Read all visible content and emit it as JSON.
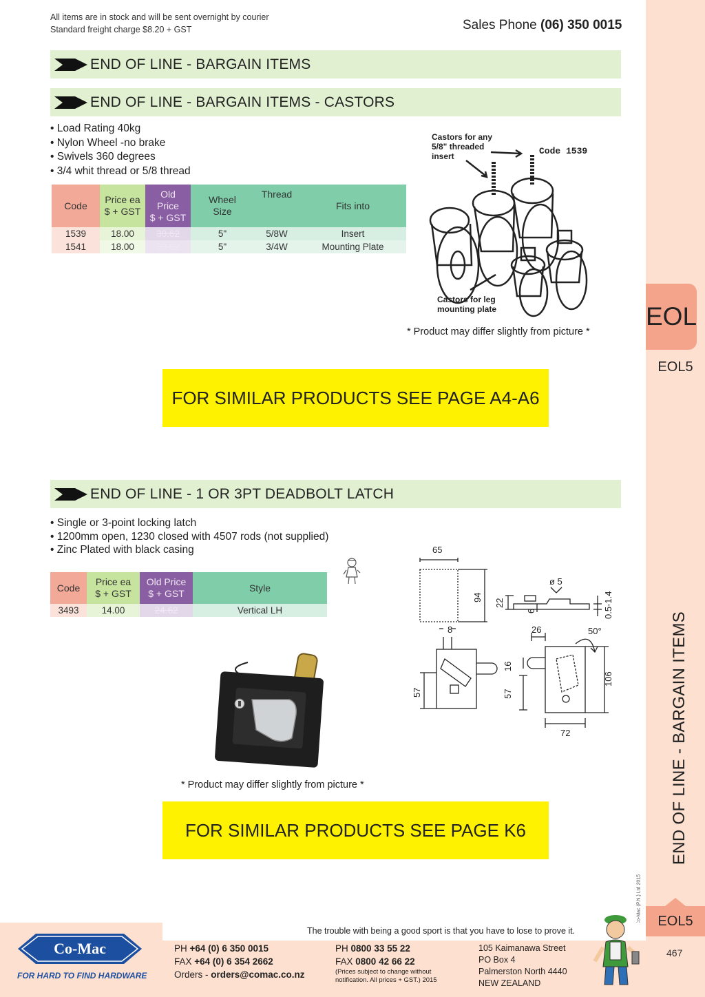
{
  "header": {
    "note_line1": "All items are in stock and will be sent overnight by courier",
    "note_line2": "Standard freight charge $8.20 + GST",
    "sales_label": "Sales Phone",
    "sales_number": "(06) 350 0015"
  },
  "banners": {
    "main": "END OF  LINE - BARGAIN ITEMS",
    "castors": "END OF  LINE - BARGAIN ITEMS - CASTORS",
    "latch": "END OF  LINE - 1 OR 3PT DEADBOLT LATCH"
  },
  "castors": {
    "bullets": [
      "• Load Rating 40kg",
      "• Nylon Wheel -no brake",
      "• Swivels 360 degrees",
      "• 3/4 whit thread or 5/8 thread"
    ],
    "headers": {
      "code": "Code",
      "price_1": "Price ea",
      "price_2": "$ + GST",
      "old_1": "Old",
      "old_2": "Price",
      "old_3": "$ + GST",
      "wheel_1": "Wheel",
      "wheel_2": "Size",
      "thread": "Thread",
      "fits": "Fits into"
    },
    "rows": [
      {
        "code": "1539",
        "price": "18.00",
        "old": "30.62",
        "wheel": "5\"",
        "thread": "5/8W",
        "fits": "Insert"
      },
      {
        "code": "1541",
        "price": "18.00",
        "old": "30.62",
        "wheel": "5\"",
        "thread": "3/4W",
        "fits": "Mounting Plate"
      }
    ],
    "image_labels": {
      "top_1": "Castors for any",
      "top_2": "5/8\" threaded",
      "top_3": "insert",
      "code": "Code 1539",
      "bottom_1": "Castors for leg",
      "bottom_2": "mounting plate"
    },
    "disclaimer": "* Product may differ slightly from picture *",
    "similar": "FOR SIMILAR PRODUCTS SEE PAGE A4-A6"
  },
  "latch": {
    "bullets": [
      "• Single or 3-point locking latch",
      "• 1200mm open, 1230 closed with 4507 rods (not supplied)",
      "• Zinc Plated with black casing"
    ],
    "headers": {
      "code": "Code",
      "price_1": "Price ea",
      "price_2": "$ + GST",
      "old_1": "Old Price",
      "old_2": "$ + GST",
      "style": "Style"
    },
    "rows": [
      {
        "code": "3493",
        "price": "14.00",
        "old": "24.62",
        "style": "Vertical LH"
      }
    ],
    "dims": {
      "d65": "65",
      "d94": "94",
      "d22": "22",
      "d6": "6",
      "d5": "ø 5",
      "d0514": "0.5-1.4",
      "d8": "8",
      "d57a": "57",
      "d26": "26",
      "d50": "50°",
      "d16": "16",
      "d57b": "57",
      "d106": "106",
      "d72": "72"
    },
    "disclaimer": "* Product may differ slightly from picture *",
    "similar": "FOR SIMILAR PRODUCTS SEE PAGE K6"
  },
  "sidebar": {
    "tab": "EOL",
    "code": "EOL5",
    "vertical_title": "END OF LINE - BARGAIN ITEMS",
    "copyright": "© Co-Mac (P.N.) Ltd 2015"
  },
  "footer": {
    "quote": "The trouble with being a good sport is that you have to lose to prove it.",
    "logo": "Co-Mac",
    "tagline": "FOR HARD TO FIND HARDWARE",
    "ph_label": "PH",
    "ph": "+64 (0) 6 350 0015",
    "fax_label": "FAX",
    "fax": "+64 (0) 6 354 2662",
    "orders_label": "Orders -",
    "orders": "orders@comac.co.nz",
    "ph2_label": "PH",
    "ph2": "0800 33 55 22",
    "fax2_label": "FAX",
    "fax2": "0800 42 66 22",
    "note_1": "(Prices subject to change without",
    "note_2": "notification. All prices + GST.)  2015",
    "addr_1": "105 Kaimanawa Street",
    "addr_2": "PO Box 4",
    "addr_3": "Palmerston North 4440",
    "addr_4": "NEW ZEALAND",
    "tab": "EOL5",
    "page": "467"
  },
  "colors": {
    "banner": "#e2f0d2",
    "yellow": "#fff200",
    "sidebar": "#fde0cf",
    "tab": "#f4a48a",
    "code_head": "#f2a998",
    "price_head": "#c6e49d",
    "old_head": "#8a5ea2",
    "rest_head": "#7fcea9",
    "logo_blue": "#1d4fa0"
  }
}
